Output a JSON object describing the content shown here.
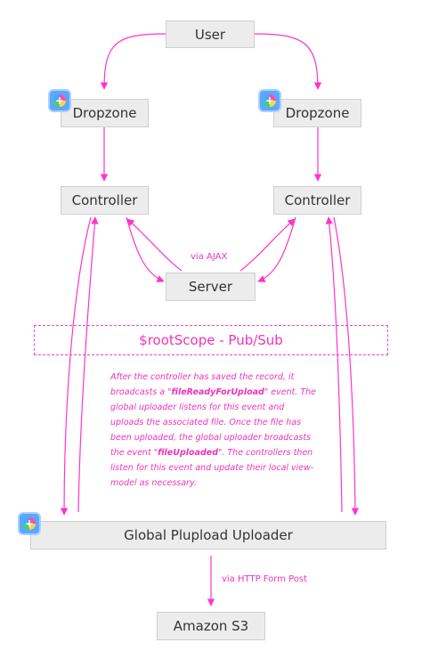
{
  "nodes": {
    "user": "User",
    "dropzone_left": "Dropzone",
    "dropzone_right": "Dropzone",
    "controller_left": "Controller",
    "controller_right": "Controller",
    "server": "Server",
    "pubsub": "$rootScope - Pub/Sub",
    "uploader": "Global Plupload Uploader",
    "s3": "Amazon S3"
  },
  "edge_labels": {
    "ajax": "via AJAX",
    "http_post": "via HTTP Form Post"
  },
  "note": {
    "part1": "After the controller has saved the record, it broadcasts a \"",
    "event1": "fileReadyForUpload",
    "part2": "\" event. The global uploader listens for this event and uploads the associated file. Once the file has been uploaded, the global uploader broadcasts the event \"",
    "event2": "fileUploaded",
    "part3": "\". The controllers then listen for this event and update their local view-model as necessary."
  },
  "colors": {
    "arrow": "#ff33cc",
    "box_fill": "#ececec",
    "text_pink": "#ee33bb"
  },
  "icons": {
    "dropzone_left": "plus-icon",
    "dropzone_right": "plus-icon",
    "uploader": "plus-icon"
  }
}
